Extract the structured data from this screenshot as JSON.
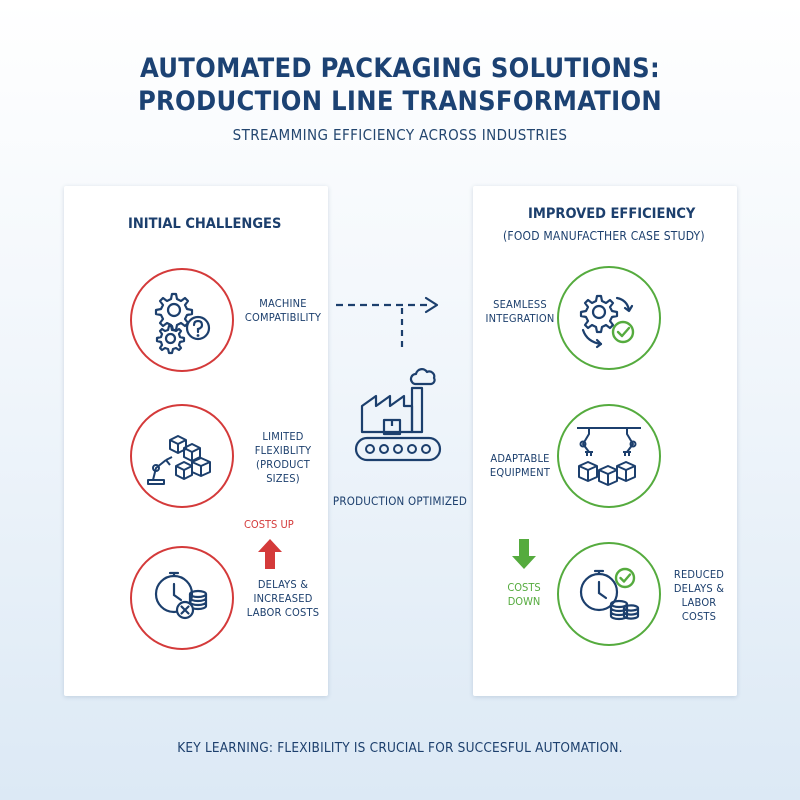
{
  "header": {
    "title_line1": "AUTOMATED PACKAGING SOLUTIONS:",
    "title_line2": "PRODUCTION LINE TRANSFORMATION",
    "subtitle": "STREAMMING EFFICIENCY ACROSS INDUSTRIES"
  },
  "left_panel": {
    "heading": "INITIAL CHALLENGES",
    "items": [
      {
        "icon": "gears-question-icon",
        "label_lines": [
          "MACHINE",
          "COMPATIBILITY"
        ]
      },
      {
        "icon": "robot-arm-boxes-icon",
        "label_lines": [
          "LIMITED",
          "FLEXIBLITY",
          "(PRODUCT SIZES)"
        ]
      },
      {
        "icon": "clock-coins-x-icon",
        "label_lines": [
          "DELAYS &",
          "INCREASED",
          "LABOR COSTS"
        ]
      }
    ],
    "costs_indicator": {
      "label": "COSTS UP",
      "icon": "arrow-up-icon"
    }
  },
  "right_panel": {
    "heading": "IMPROVED EFFICIENCY",
    "subheading": "(FOOD MANUFACTHER CASE STUDY)",
    "items": [
      {
        "icon": "gear-cycle-check-icon",
        "label_lines": [
          "SEAMLESS",
          "INTEGRATION"
        ]
      },
      {
        "icon": "robot-arms-boxes-icon",
        "label_lines": [
          "ADAPTABLE",
          "EQUIPMENT"
        ]
      },
      {
        "icon": "clock-coins-check-icon",
        "label_lines": [
          "REDUCED",
          "DELAYS &",
          "LABOR COSTS"
        ]
      }
    ],
    "costs_indicator": {
      "label_lines": [
        "COSTS",
        "DOWN"
      ],
      "icon": "arrow-down-icon"
    }
  },
  "center": {
    "icon": "factory-conveyor-icon",
    "label": "PRODUCTION OPTIMIZED"
  },
  "footer": {
    "key_learning": "KEY LEARNING: FLEXIBILITY IS CRUCIAL FOR SUCCESFUL AUTOMATION."
  },
  "colors": {
    "navy": "#1c4273",
    "red": "#d43a3a",
    "green": "#55ab3e"
  }
}
